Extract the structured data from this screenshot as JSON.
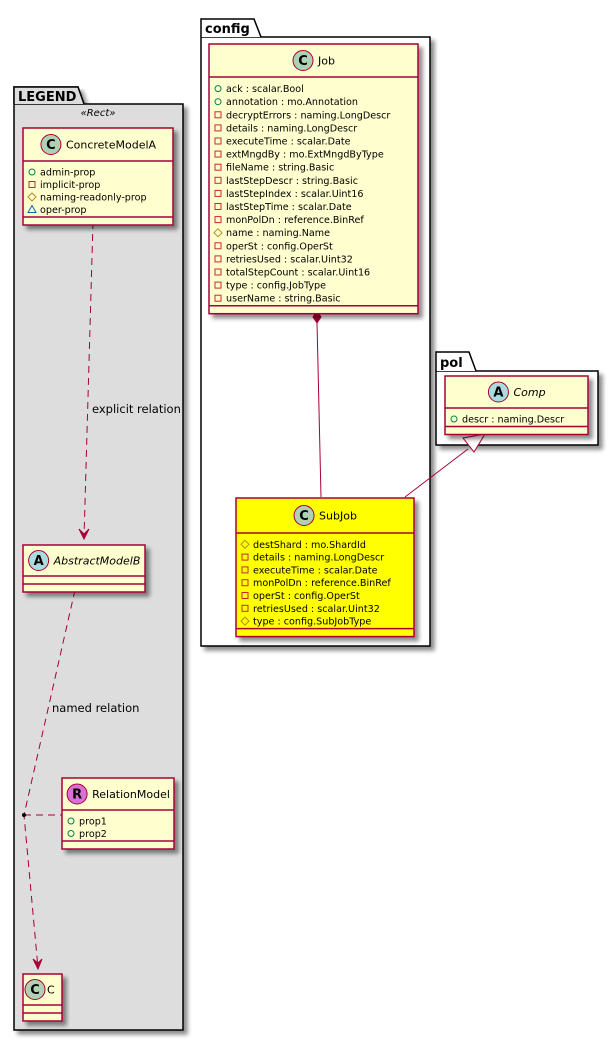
{
  "colors": {
    "class_fill": "#FEFECE",
    "class_border": "#A80036",
    "highlight_fill": "#FFFF00",
    "legend_fill": "#DDDDDD",
    "package_fill": "#FFFFFF",
    "badge_class": "#ADD1B2",
    "badge_abstract": "#A9DCDF",
    "badge_relation": "#DA70D6",
    "vis_public": "#038048",
    "vis_private": "#C82930",
    "vis_protected": "#B38D22",
    "vis_package": "#1963A0"
  },
  "packages": {
    "legend": {
      "name": "LEGEND",
      "stereotype": "«Rect»"
    },
    "config": {
      "name": "config"
    },
    "pol": {
      "name": "pol"
    }
  },
  "classes": {
    "concreteModelA": {
      "name": "ConcreteModelA",
      "badge": "C",
      "attrs": [
        {
          "vis": "public",
          "text": "admin-prop"
        },
        {
          "vis": "private",
          "text": "implicit-prop"
        },
        {
          "vis": "protected",
          "text": "naming-readonly-prop"
        },
        {
          "vis": "package",
          "text": "oper-prop"
        }
      ]
    },
    "abstractModelB": {
      "name": "AbstractModelB",
      "badge": "A",
      "attrs": []
    },
    "relationModel": {
      "name": "RelationModel",
      "badge": "R",
      "attrs": [
        {
          "vis": "public",
          "text": "prop1"
        },
        {
          "vis": "public",
          "text": "prop2"
        }
      ]
    },
    "c": {
      "name": "C",
      "badge": "C",
      "attrs": []
    },
    "job": {
      "name": "Job",
      "badge": "C",
      "attrs": [
        {
          "vis": "public",
          "text": "ack : scalar.Bool"
        },
        {
          "vis": "public",
          "text": "annotation : mo.Annotation"
        },
        {
          "vis": "private",
          "text": "decryptErrors : naming.LongDescr"
        },
        {
          "vis": "private",
          "text": "details : naming.LongDescr"
        },
        {
          "vis": "private",
          "text": "executeTime : scalar.Date"
        },
        {
          "vis": "private",
          "text": "extMngdBy : mo.ExtMngdByType"
        },
        {
          "vis": "private",
          "text": "fileName : string.Basic"
        },
        {
          "vis": "private",
          "text": "lastStepDescr : string.Basic"
        },
        {
          "vis": "private",
          "text": "lastStepIndex : scalar.Uint16"
        },
        {
          "vis": "private",
          "text": "lastStepTime : scalar.Date"
        },
        {
          "vis": "private",
          "text": "monPolDn : reference.BinRef"
        },
        {
          "vis": "protected",
          "text": "name : naming.Name"
        },
        {
          "vis": "private",
          "text": "operSt : config.OperSt"
        },
        {
          "vis": "private",
          "text": "retriesUsed : scalar.Uint32"
        },
        {
          "vis": "private",
          "text": "totalStepCount : scalar.Uint16"
        },
        {
          "vis": "private",
          "text": "type : config.JobType"
        },
        {
          "vis": "private",
          "text": "userName : string.Basic"
        }
      ]
    },
    "subJob": {
      "name": "SubJob",
      "badge": "C",
      "attrs": [
        {
          "vis": "protected",
          "text": "destShard : mo.ShardId"
        },
        {
          "vis": "private",
          "text": "details : naming.LongDescr"
        },
        {
          "vis": "private",
          "text": "executeTime : scalar.Date"
        },
        {
          "vis": "private",
          "text": "monPolDn : reference.BinRef"
        },
        {
          "vis": "private",
          "text": "operSt : config.OperSt"
        },
        {
          "vis": "private",
          "text": "retriesUsed : scalar.Uint32"
        },
        {
          "vis": "protected",
          "text": "type : config.SubJobType"
        }
      ]
    },
    "comp": {
      "name": "Comp",
      "badge": "A",
      "attrs": [
        {
          "vis": "public",
          "text": "descr : naming.Descr"
        }
      ]
    }
  },
  "relations": {
    "explicit": {
      "label": "explicit relation"
    },
    "named": {
      "label": "named relation"
    }
  }
}
